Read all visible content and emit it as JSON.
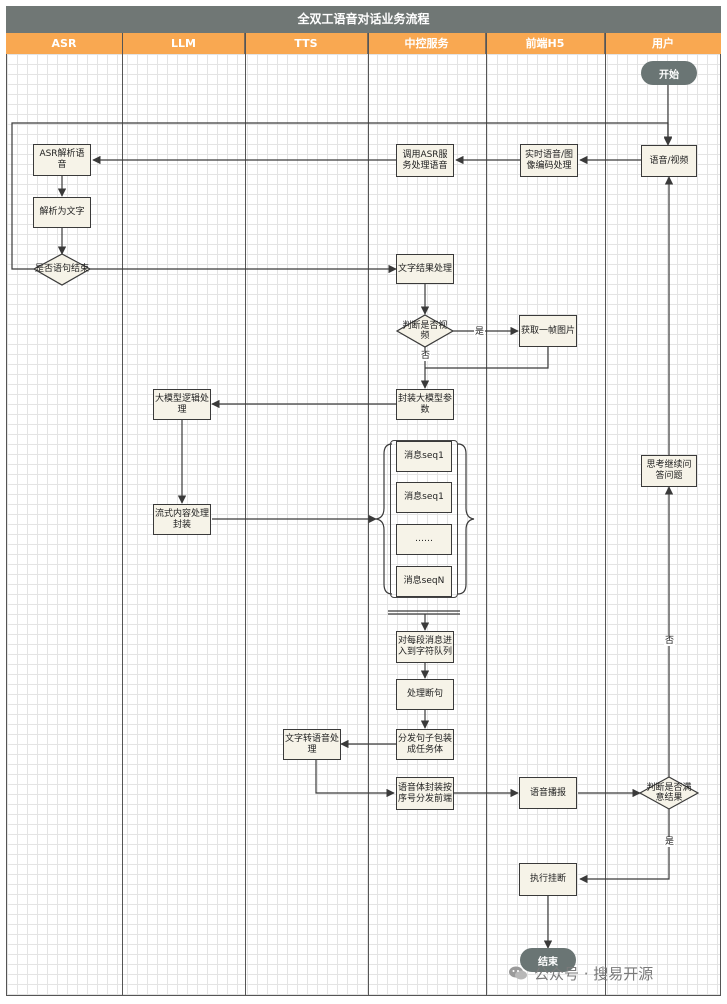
{
  "title": "全双工语音对话业务流程",
  "lanes": [
    "ASR",
    "LLM",
    "TTS",
    "中控服务",
    "前端H5",
    "用户"
  ],
  "nodes": {
    "start": "开始",
    "user_voice_video": "语音/视频",
    "frontend_encode": "实时语音/图像编码处理",
    "call_asr": "调用ASR服务处理语音",
    "asr_parse": "ASR解析语音",
    "parse_text": "解析为文字",
    "is_sentence_end": "是否语句结束",
    "text_result": "文字结果处理",
    "is_video": "判断是否视频",
    "get_frame": "获取一帧图片",
    "wrap_llm_params": "封装大模型参数",
    "llm_process": "大模型逻辑处理",
    "stream_wrap": "流式内容处理封装",
    "msg_seq1_a": "消息seq1",
    "msg_seq1_b": "消息seq1",
    "msg_ellipsis": "……",
    "msg_seqN": "消息seqN",
    "queue": "对每段消息进入到字符队列",
    "sentence_break": "处理断句",
    "dispatch_sentence": "分发句子包装成任务体",
    "tts_convert": "文字转语音处理",
    "voice_dispatch": "语音体封装按序号分发前端",
    "voice_play": "语音播报",
    "judge_satisfied": "判断是否满意结果",
    "think_continue": "思考继续问答问题",
    "execute_hangup": "执行挂断",
    "end": "结束"
  },
  "edge_labels": {
    "yes_frame": "是",
    "no_frame": "否",
    "no_satisfied": "否",
    "yes_satisfied": "是"
  },
  "watermark": "公众号 · 搜易开源",
  "colors": {
    "title_bg": "#707775",
    "lane_header_bg": "#f9a851",
    "node_bg": "#f6f3e8",
    "pill_bg": "#6a7574",
    "line": "#3a3a3a"
  }
}
